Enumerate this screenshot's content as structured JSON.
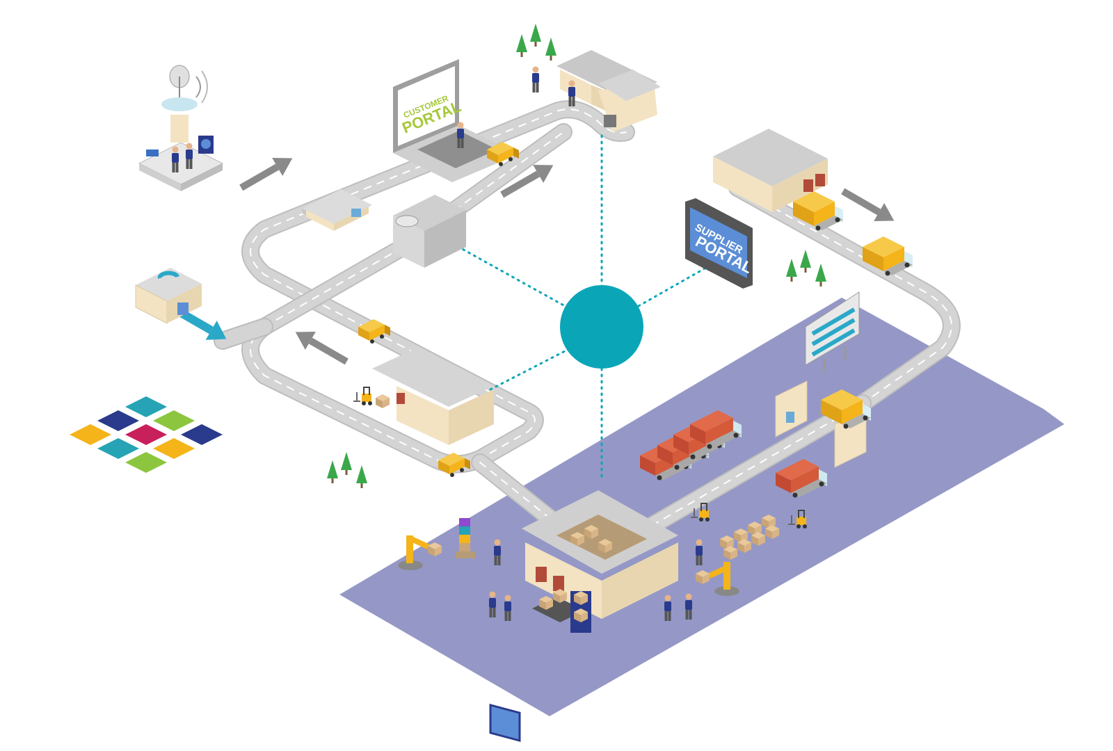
{
  "labels": {
    "customer_portal_line1": "CUSTOMER",
    "customer_portal_line2": "PORTAL",
    "supplier_portal_line1": "SUPPLIER",
    "supplier_portal_line2": "PORTAL"
  },
  "colors": {
    "hub": "#0aa6b8",
    "warehouse_zone": "#9598c6",
    "road": "#d4d4d4",
    "road_edge": "#bdbdbd",
    "vehicle": "#f4b41a",
    "customer_portal_text": "#a6c83a",
    "supplier_portal_screen": "#5b8ed6",
    "arrow_gray": "#8a8a8a",
    "arrow_teal": "#2aa8c8",
    "tree": "#3aa84a",
    "building_wall": "#f3e3c2",
    "building_roof": "#cfcfcf"
  },
  "icons": {
    "hub": "hub-circle-icon",
    "control_tower": "satellite-control-tower-icon",
    "customer_portal": "laptop-customer-portal-icon",
    "supplier_portal": "tablet-supplier-portal-icon",
    "returns_center": "returns-building-icon",
    "puzzle": "puzzle-pieces-icon",
    "billboard": "dashboard-billboard-icon"
  }
}
